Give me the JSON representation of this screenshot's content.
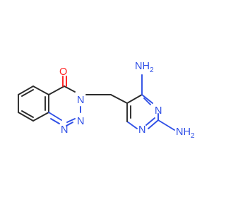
{
  "molecule": {
    "atoms": {
      "oxygen": "O",
      "triazine_n3": "N",
      "triazine_n2": "N",
      "triazine_n1": "N",
      "pyrimidine_n3": "N",
      "pyrimidine_n1": "N",
      "amine_4": "NH",
      "amine_4_h2": "2",
      "amine_2": "NH",
      "amine_2_h2": "2"
    },
    "colors": {
      "carbon_bond": "#2b2b2b",
      "nitrogen": "#2f4fe6",
      "oxygen": "#ff1f1f",
      "background": "#ffffff"
    }
  }
}
